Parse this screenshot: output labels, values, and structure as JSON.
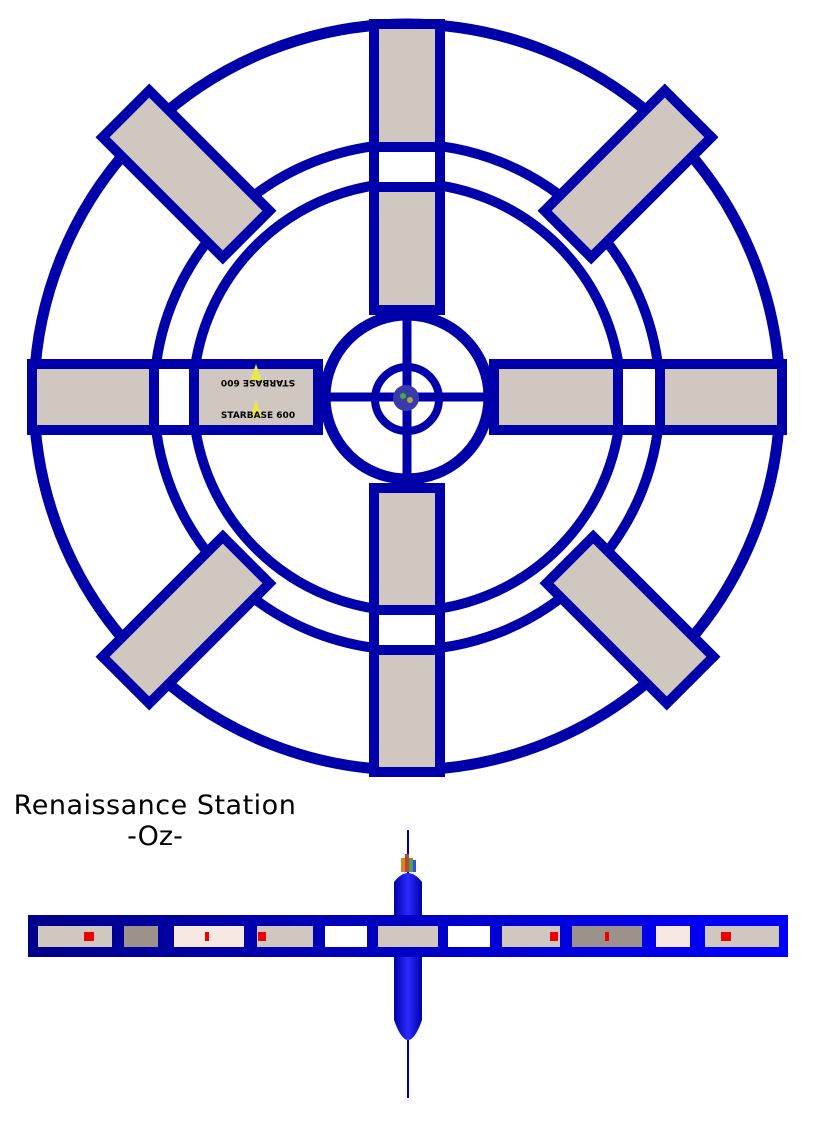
{
  "title": {
    "name": "Renaissance Station",
    "subtitle": "-Oz-"
  },
  "top_view": {
    "hull_color": "#0000aa",
    "module_color": "#d1c7c1",
    "labels": {
      "mirrored": "STARBASE 600",
      "normal": "STARBASE 600"
    }
  },
  "side_view": {
    "hull_color": "#0000cc",
    "accent_color": "#ee0000"
  },
  "colors": {
    "blue": "#0000aa",
    "light_blue": "#0000ff",
    "beige": "#d1c7c1",
    "gray": "#9d918b",
    "pink": "#f8e8e4",
    "red": "#ee0000"
  }
}
